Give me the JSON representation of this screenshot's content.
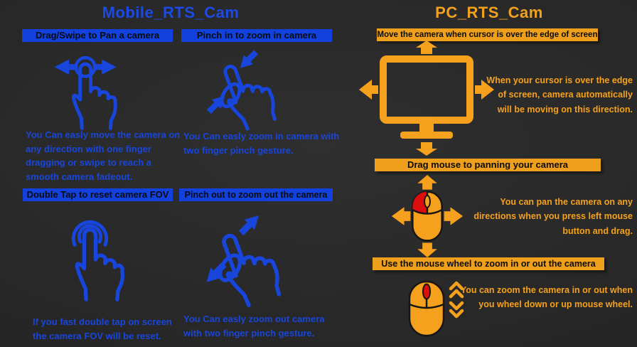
{
  "colors": {
    "background": "#272727",
    "mobile_blue": "#1846dc",
    "blue_bar": "#1241de",
    "pc_orange": "#f5a11e",
    "orange_bar": "#ee9f1b",
    "mouse_red": "#df0e0e",
    "bar_text": "#0c0c0c"
  },
  "mobile": {
    "title": "Mobile_RTS_Cam",
    "sections": [
      {
        "header": "Drag/Swipe to Pan a camera",
        "icon": "drag-swipe-hand-icon",
        "description": "You Can easly move the camera on any direction with one finger dragging or swipe to reach a smooth camera fadeout."
      },
      {
        "header": "Pinch in to zoom in camera",
        "icon": "pinch-in-hand-icon",
        "description": "You Can easly zoom in camera with two finger pinch gesture."
      },
      {
        "header": "Double Tap to reset camera FOV",
        "icon": "double-tap-hand-icon",
        "description": "If you fast double tap on screen the camera FOV will be reset."
      },
      {
        "header": "Pinch out to zoom out the camera",
        "icon": "pinch-out-hand-icon",
        "description": "You Can easly zoom out camera with two finger pinch gesture."
      }
    ]
  },
  "pc": {
    "title": "PC_RTS_Cam",
    "sections": [
      {
        "header": "Move the camera when cursor is over the edge of screen",
        "icon": "monitor-edge-scroll-icon",
        "description": "When your cursor is over the edge of screen, camera automatically will be moving on this direction."
      },
      {
        "header": "Drag mouse to panning your camera",
        "icon": "mouse-drag-pan-icon",
        "description": "You can pan the camera on any directions when you press left mouse button and drag."
      },
      {
        "header": "Use the mouse wheel to zoom in or out the camera",
        "icon": "mouse-wheel-zoom-icon",
        "description": "You can zoom the camera in or out when you wheel down or up mouse wheel."
      }
    ]
  }
}
